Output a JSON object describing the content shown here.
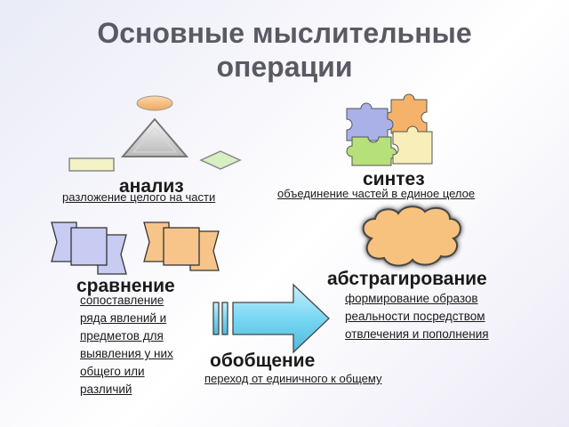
{
  "title": {
    "line1": "Основные мыслительные",
    "line2": "операции"
  },
  "analysis": {
    "name": "анализ",
    "description": "разложение целого на части"
  },
  "synthesis": {
    "name": "синтез",
    "description": "объединение частей в единое целое"
  },
  "comparison": {
    "name": "сравнение",
    "description_lines": [
      "сопоставление",
      "ряда явлений и",
      "предметов для",
      "выявления у них",
      "общего  или",
      "различий"
    ]
  },
  "abstraction": {
    "name": "абстрагирование",
    "description_lines": [
      "формирование образов",
      "реальности посредством",
      "отвлечения и пополнения"
    ]
  },
  "generalization": {
    "name": "обобщение",
    "description": "переход от единичного к общему"
  },
  "colors": {
    "puzzle_blue": "#a9b1e8",
    "puzzle_orange": "#f4b26a",
    "puzzle_green": "#b5e07a",
    "puzzle_cream": "#f7eeb9",
    "cloud_orange": "#f7c27d",
    "arrow_blue": "#79d7f3"
  }
}
